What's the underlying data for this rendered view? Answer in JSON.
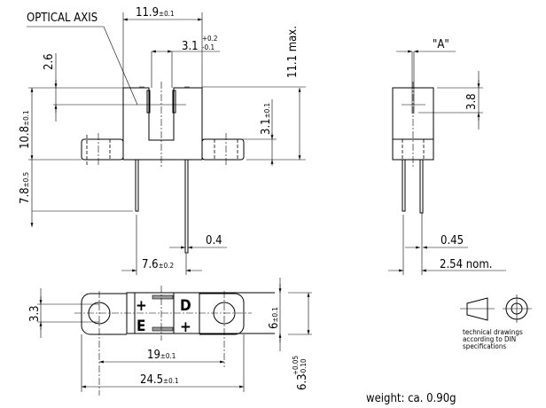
{
  "labels": {
    "optical_axis": "OPTICAL AXIS",
    "weight": "weight: ca. 0.90g",
    "din_note": [
      "technical drawings",
      "according to DIN",
      "specifications"
    ]
  },
  "front_view": {
    "width": "11.9",
    "width_tol": "±0.1",
    "slot": "3.1",
    "slot_tol_plus": "+0.2",
    "slot_tol_minus": "-0.1",
    "height_max": "11.1 max.",
    "axis_height": "2.6",
    "body_height": "10.8",
    "body_height_tol": "±0.1",
    "flange_height": "3.1",
    "flange_height_tol": "±0.1",
    "pin_length": "7.8",
    "pin_length_tol": "±0.5",
    "pin_width": "0.4",
    "pin_pitch": "7.6",
    "pin_pitch_tol": "±0.2"
  },
  "side_view": {
    "aperture": "\"A\"",
    "axis_height": "3.8",
    "pin_width": "0.45",
    "pin_pitch": "2.54  nom."
  },
  "bottom_view": {
    "hole_dia": "3.3",
    "hole_pitch": "19",
    "hole_pitch_tol": "±0.1",
    "total_length": "24.5",
    "total_length_tol": "±0.1",
    "body_width": "6",
    "body_width_tol": "±0.1",
    "tab_width": "6.3",
    "tab_width_tol_plus": "+0.05",
    "tab_width_tol_minus": "-0.10",
    "marks": {
      "plus1": "+",
      "emitter": "E",
      "detector": "D",
      "plus2": "+"
    }
  }
}
